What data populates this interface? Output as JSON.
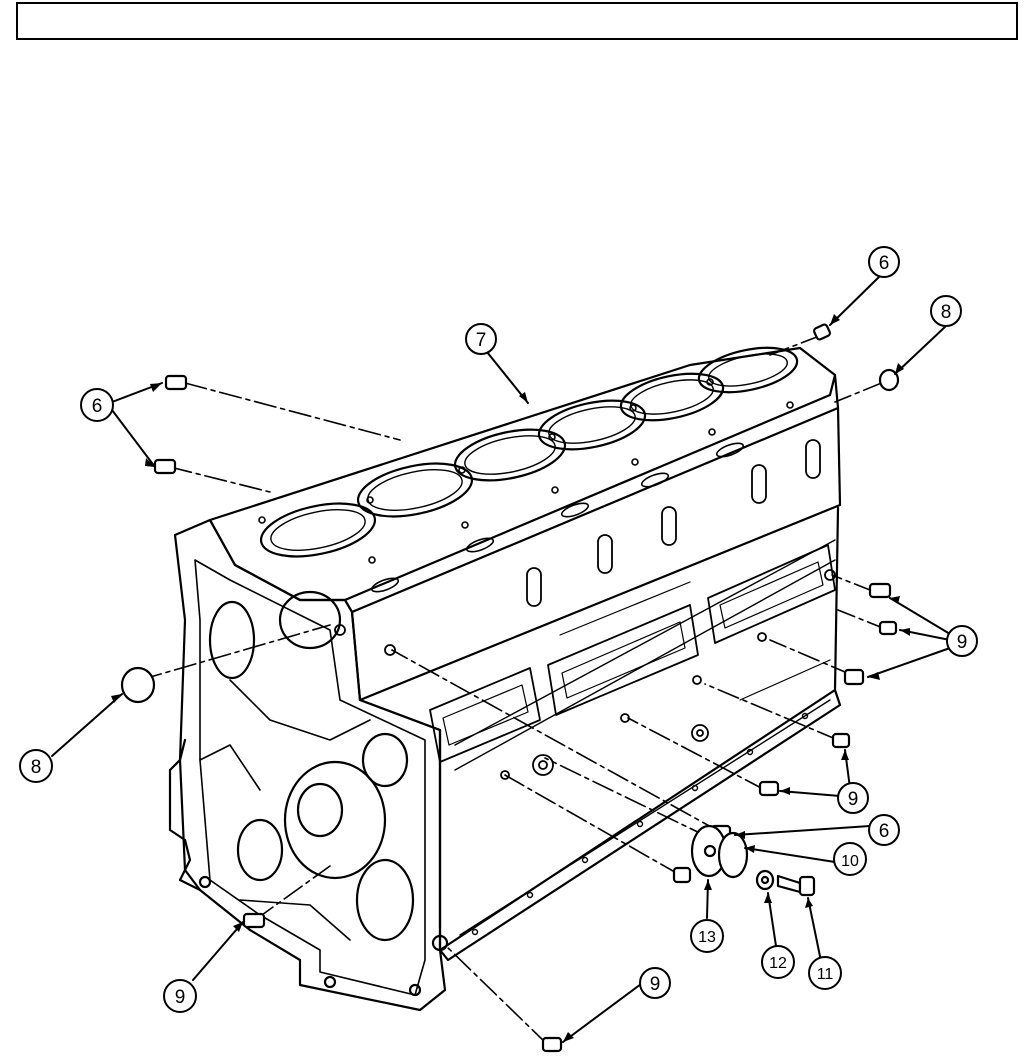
{
  "header": {
    "text": ""
  },
  "callouts": {
    "c6a": "6",
    "c6b": "6",
    "c6c": "6",
    "c7": "7",
    "c8a": "8",
    "c8b": "8",
    "c9a": "9",
    "c9b": "9",
    "c9c": "9",
    "c9d": "9",
    "c10": "10",
    "c11": "11",
    "c12": "12",
    "c13": "13"
  },
  "colors": {
    "ink": "#000000",
    "paper": "#ffffff"
  }
}
